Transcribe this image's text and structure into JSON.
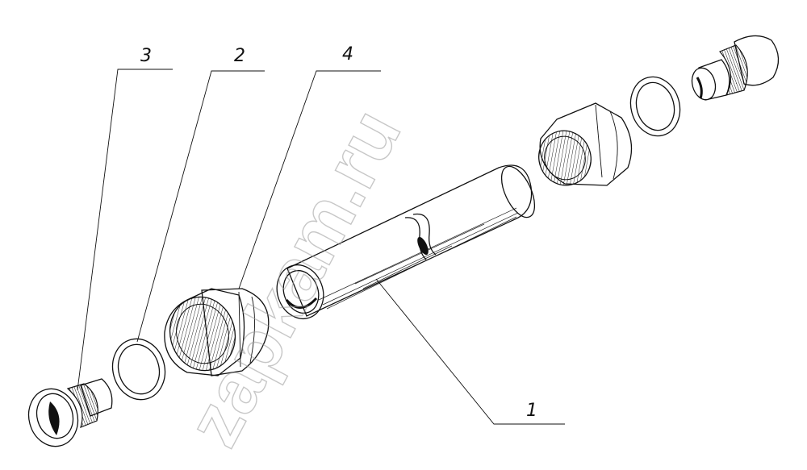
{
  "figure": {
    "callouts": [
      {
        "id": "1",
        "text": "1"
      },
      {
        "id": "2",
        "text": "2"
      },
      {
        "id": "3",
        "text": "3"
      },
      {
        "id": "4",
        "text": "4"
      }
    ],
    "watermark": "zapkam.ru"
  },
  "colors": {
    "ink": "#111111",
    "watermark": "#9a9a9a",
    "background": "#ffffff"
  }
}
